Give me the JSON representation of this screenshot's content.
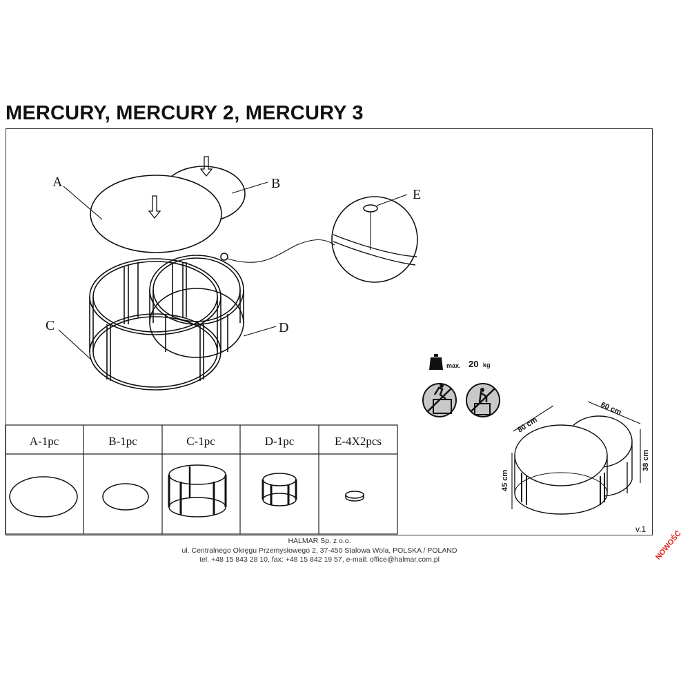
{
  "title": "MERCURY, MERCURY 2, MERCURY 3",
  "callouts": {
    "a": "A",
    "b": "B",
    "c": "C",
    "d": "D",
    "e": "E"
  },
  "parts_table": [
    {
      "label": "A-1pc"
    },
    {
      "label": "B-1pc"
    },
    {
      "label": "C-1pc"
    },
    {
      "label": "D-1pc"
    },
    {
      "label": "E-4X2pcs"
    }
  ],
  "max_load": {
    "prefix": "max.",
    "value": "20",
    "unit": "kg"
  },
  "warnings": [
    "no-standing-on-table-icon",
    "no-sitting-on-table-icon"
  ],
  "dimensions": {
    "large_diameter": "80 cm",
    "small_diameter": "60 cm",
    "large_height": "45 cm",
    "small_height": "38 cm"
  },
  "version": "v.1",
  "footer": {
    "company": "HALMAR Sp. z o.o.",
    "address": "ul. Centralnego Okręgu Przemysłowego 2, 37-450 Stalowa Wola, POLSKA / POLAND",
    "contact": "tel. +48 15 843 28 10, fax: +48 15 842 19 57, e-mail: office@halmar.com.pl"
  },
  "badge": "NOWOŚĆ",
  "colors": {
    "ink": "#111111",
    "badge": "#e2231a",
    "icon_fill": "#c8c8c8"
  }
}
